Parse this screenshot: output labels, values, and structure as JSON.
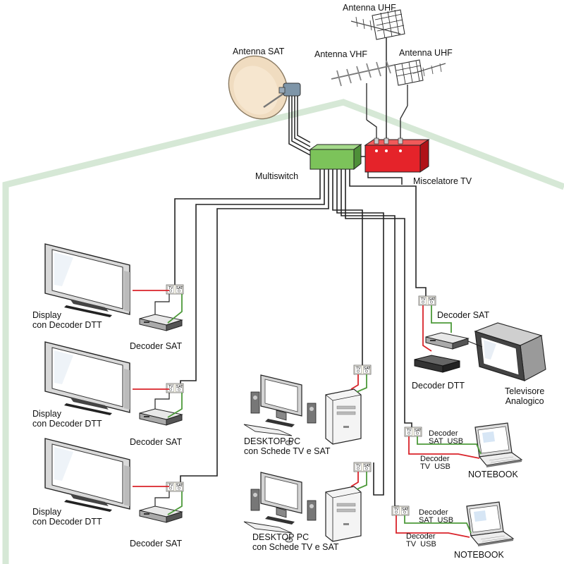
{
  "labels": {
    "antenna_sat": "Antenna SAT",
    "antenna_vhf": "Antenna VHF",
    "antenna_uhf_top": "Antenna UHF",
    "antenna_uhf_right": "Antenna UHF",
    "multiswitch": "Multiswitch",
    "miscelatore": "Miscelatore TV",
    "display_1": "Display\ncon Decoder DTT",
    "display_2": "Display\ncon Decoder DTT",
    "display_3": "Display\ncon Decoder DTT",
    "decoder_sat_1": "Decoder SAT",
    "decoder_sat_2": "Decoder SAT",
    "decoder_sat_3": "Decoder SAT",
    "decoder_sat_right": "Decoder SAT",
    "decoder_dtt_right": "Decoder DTT",
    "televisore": "Televisore\nAnalogico",
    "desktop_1": "DESKTOP PC\ncon Schede TV e SAT",
    "desktop_2": "DESKTOP PC\ncon Schede TV e SAT",
    "nb1_decoder_sat_usb": "Decoder\nSAT  USB",
    "nb1_decoder_tv_usb": "Decoder\nTV  USB",
    "nb2_decoder_sat_usb": "Decoder\nSAT  USB",
    "nb2_decoder_tv_usb": "Decoder\nTV  USB",
    "notebook_1": "NOTEBOOK",
    "notebook_2": "NOTEBOOK",
    "socket_tv": "TV",
    "socket_sat": "SAT"
  },
  "colors": {
    "house_outline": "#d6e8d6",
    "cable": "#222222",
    "multiswitch": "#7cc35a",
    "miscelatore": "#e5232a",
    "tv_cable": "#d9232a",
    "sat_cable": "#4d9a3a",
    "dish": "#f0dcc0"
  }
}
